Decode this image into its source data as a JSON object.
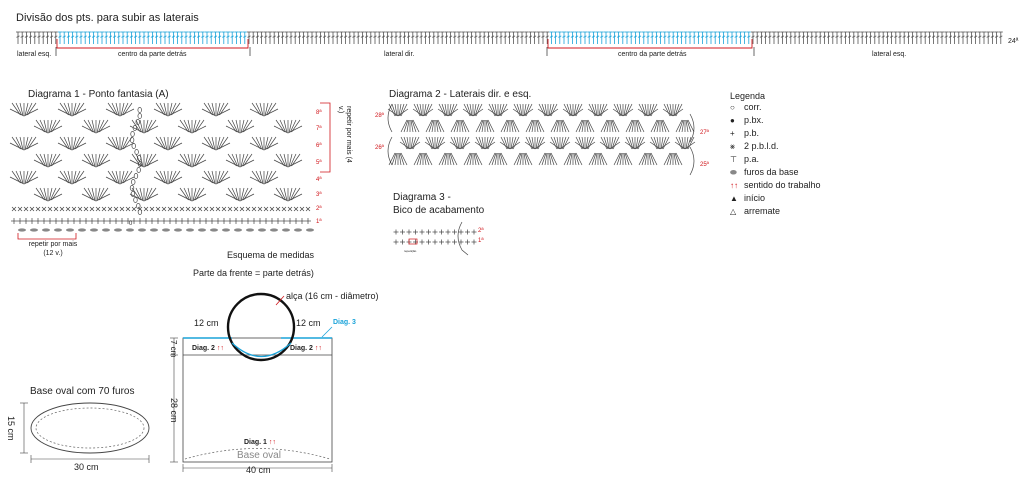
{
  "division": {
    "title": "Divisão dos pts. para subir as laterais",
    "end_label": "24ª",
    "labels": [
      "lateral esq.",
      "centro da parte detrás",
      "lateral dir.",
      "centro da parte detrás",
      "lateral esq."
    ]
  },
  "diagram1": {
    "title": "Diagrama 1 - Ponto fantasia (A)",
    "rows": [
      "8ª",
      "7ª",
      "6ª",
      "5ª",
      "4ª",
      "3ª",
      "2ª",
      "1ª"
    ],
    "repeat_right": "repetir por mais (4 v.)",
    "repeat_bottom": "repetir por mais (12 v.)",
    "start_mark": "0"
  },
  "diagram2": {
    "title": "Diagrama 2 - Laterais dir. e esq.",
    "rows_left": [
      "28ª",
      "26ª"
    ],
    "rows_right": [
      "27ª",
      "25ª"
    ]
  },
  "diagram3": {
    "title_line1": "Diagrama 3 -",
    "title_line2": "Bico de acabamento",
    "rows": [
      "2ª",
      "1ª"
    ],
    "small_note": "repetição"
  },
  "legend": {
    "title": "Legenda",
    "items": [
      {
        "symbol": "○",
        "label": "corr.",
        "icon": "chain-icon"
      },
      {
        "symbol": "●",
        "label": "p.bx.",
        "icon": "slip-stitch-icon"
      },
      {
        "symbol": "+",
        "label": "p.b.",
        "icon": "single-crochet-icon"
      },
      {
        "symbol": "⨳",
        "label": "2 p.b.l.d.",
        "icon": "double-sc-icon"
      },
      {
        "symbol": "⊤",
        "label": "p.a.",
        "icon": "double-crochet-icon"
      },
      {
        "symbol": "⬬",
        "label": "furos da base",
        "icon": "base-hole-icon"
      },
      {
        "symbol": "↑↑",
        "label": "sentido do trabalho",
        "icon": "work-direction-icon"
      },
      {
        "symbol": "▲",
        "label": "início",
        "icon": "start-icon"
      },
      {
        "symbol": "△",
        "label": "arremate",
        "icon": "finish-icon"
      }
    ]
  },
  "measures": {
    "title": "Esquema de medidas",
    "subtitle": "Parte da frente = parte detrás)",
    "handle": "alça (16 cm - diâmetro)",
    "left_top": "12 cm",
    "right_top": "12 cm",
    "diag3": "Diag. 3",
    "left_height": "7 cm",
    "body_height": "28 cm",
    "diag2_left": "Diag. 2",
    "diag2_right": "Diag. 2",
    "arrows": "↑↑",
    "diag1": "Diag. 1",
    "base_label": "Base oval",
    "width": "40 cm"
  },
  "oval_base": {
    "title": "Base oval com 70 furos",
    "height": "15 cm",
    "width": "30 cm"
  },
  "colors": {
    "accent_red": "#d0161b",
    "accent_blue": "#1aa3d9",
    "line": "#333333"
  }
}
